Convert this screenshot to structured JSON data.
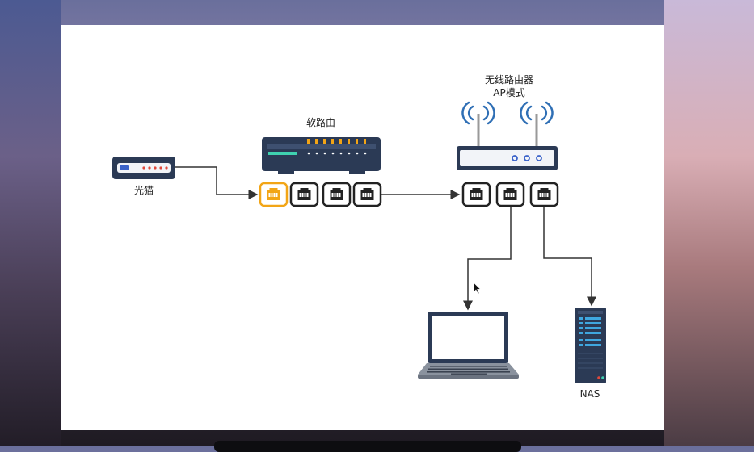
{
  "diagram": {
    "nodes": {
      "modem": {
        "label": "光猫"
      },
      "soft_router": {
        "label": "软路由"
      },
      "wireless_router": {
        "label_line1": "无线路由器",
        "label_line2": "AP模式"
      },
      "laptop": {
        "label": ""
      },
      "nas": {
        "label": "NAS"
      }
    }
  },
  "colors": {
    "device_navy": "#2b3a55",
    "port_dark": "#222222",
    "port_active": "#f2a516",
    "line": "#333333",
    "wifi_blue": "#2f6fb5"
  }
}
